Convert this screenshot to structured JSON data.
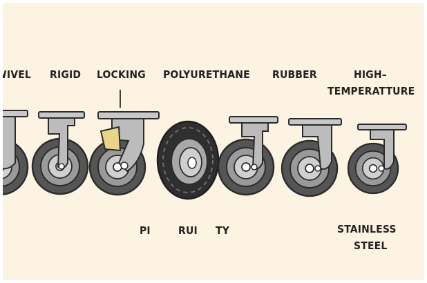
{
  "top_labels": [
    "SWIVEL",
    "RIGID",
    "LOCKING",
    "POLYURETHANE",
    "RUBBER",
    "HIGH–",
    "TEMPERATTURE"
  ],
  "bottom_labels": [
    "PI",
    "RUI",
    "TY",
    "STAINLESS",
    "STEEL"
  ],
  "colors": {
    "background": "#fcf3e3",
    "outline": "#2b2b2b",
    "metal": "#bcbcbc",
    "tire": "#555555",
    "hub": "#d0d0d0",
    "lock_pedal": "#e9d48a"
  },
  "icons": [
    "swivel-caster-icon",
    "rigid-caster-icon",
    "locking-caster-icon",
    "polyurethane-wheel-icon",
    "rubber-caster-icon",
    "high-temperature-caster-icon",
    "stainless-steel-caster-icon"
  ]
}
